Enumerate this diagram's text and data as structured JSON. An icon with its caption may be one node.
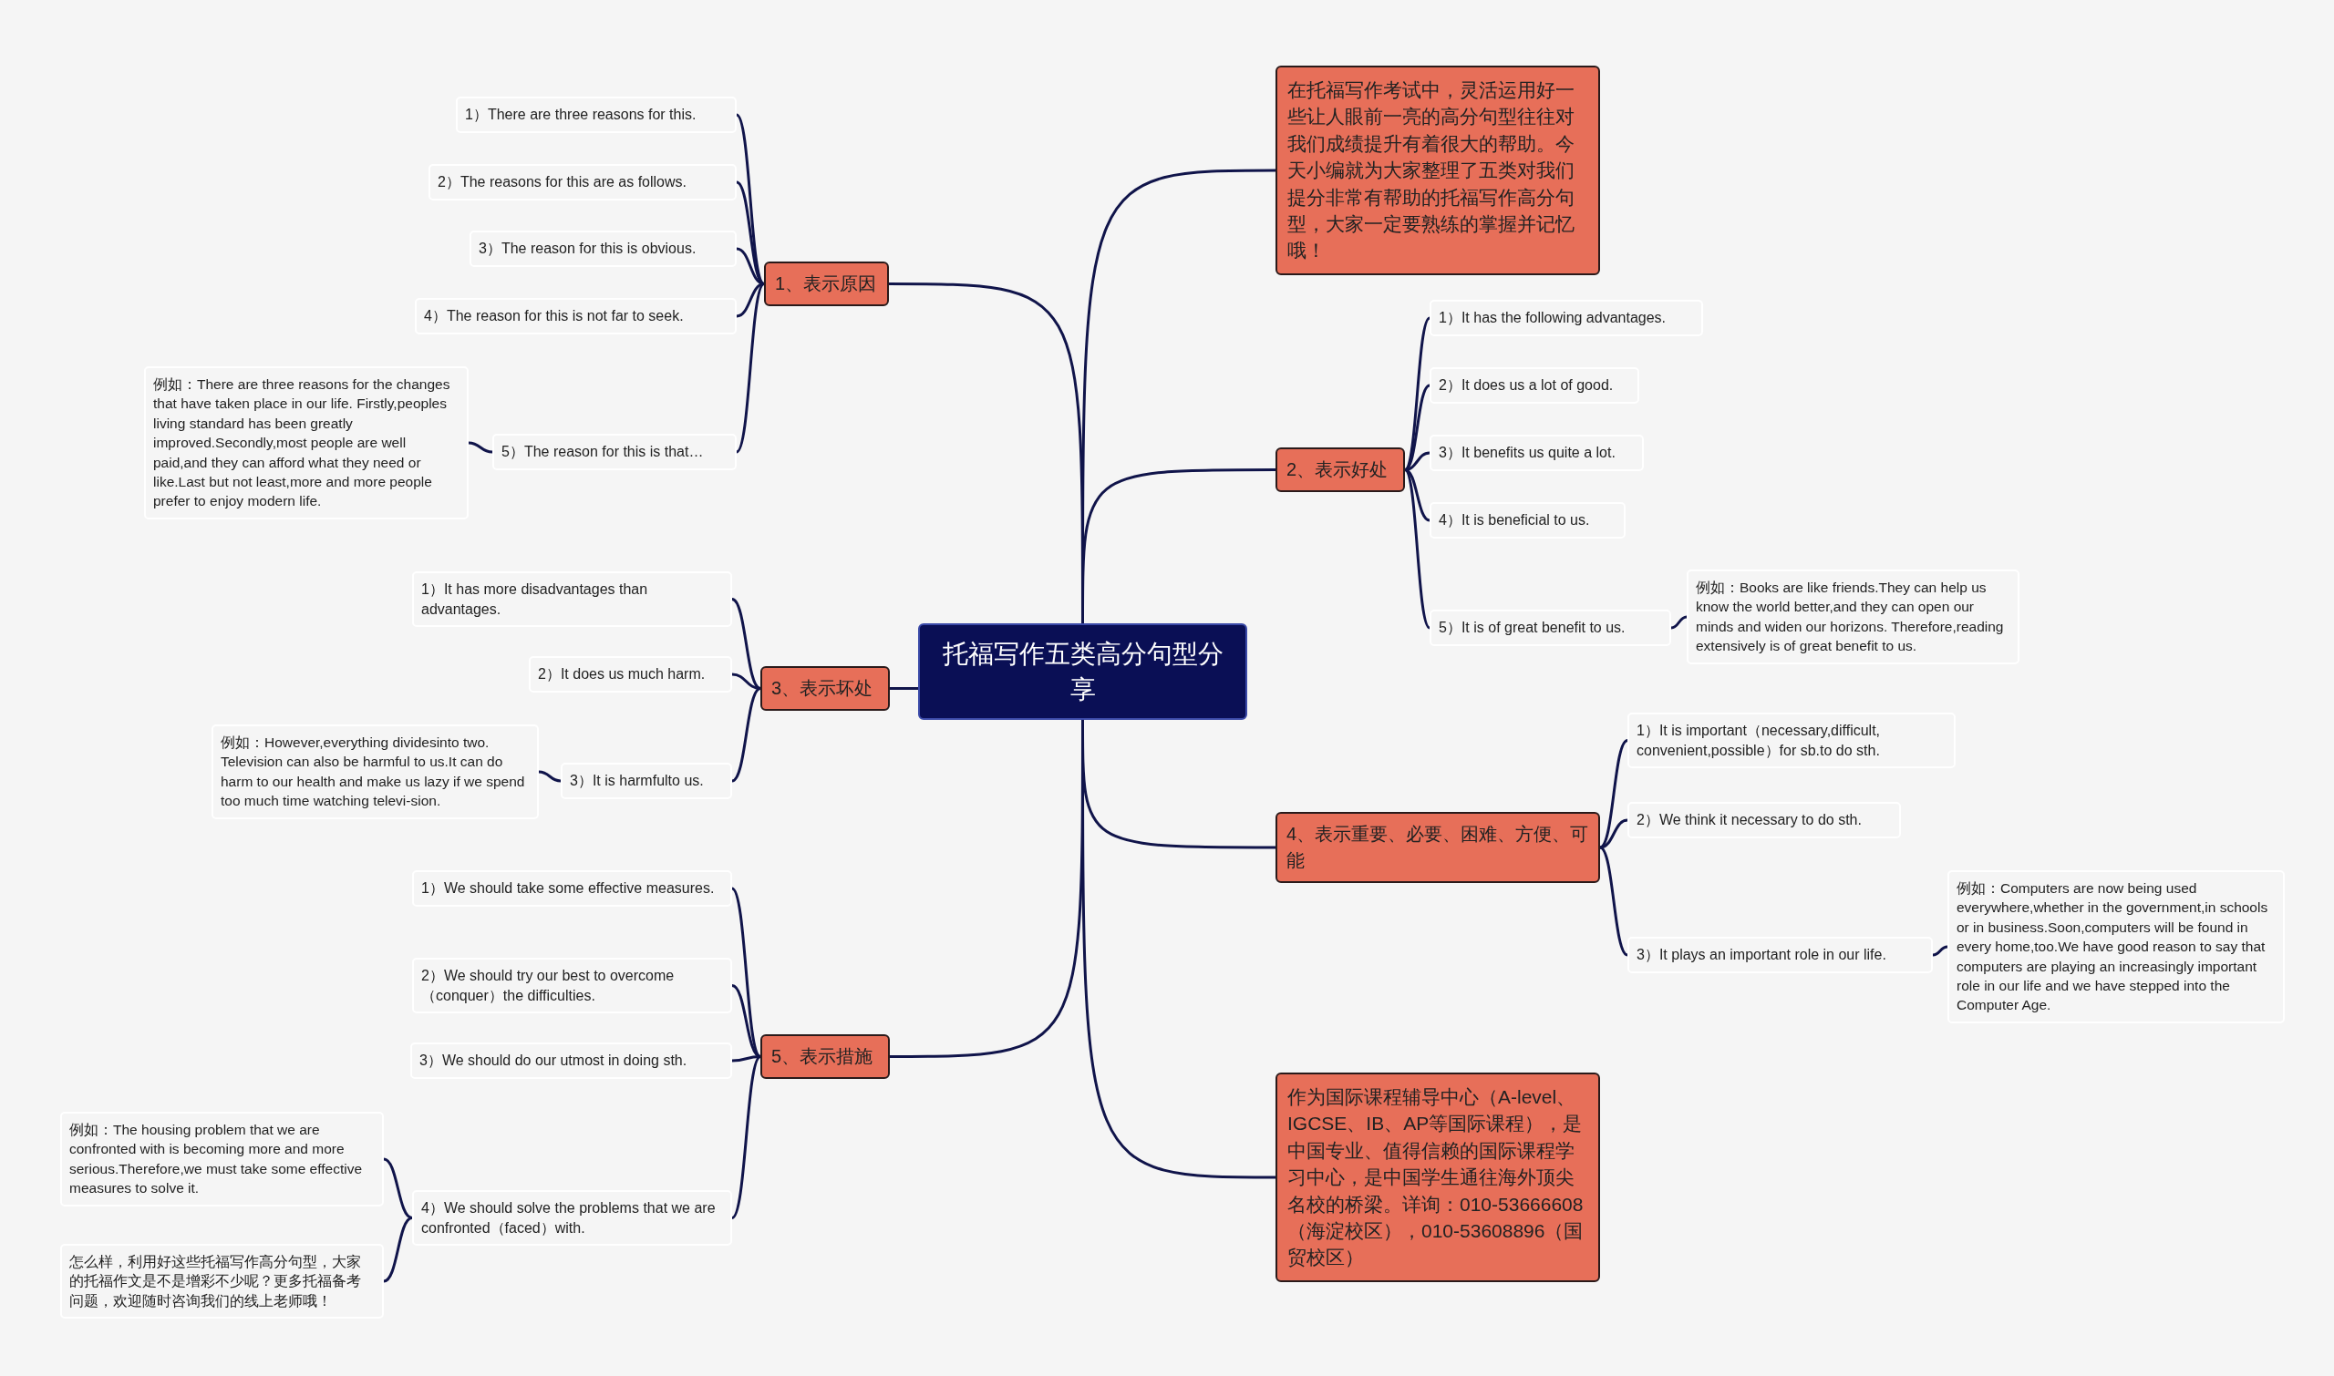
{
  "diagram": {
    "nodes": [
      {
        "text": [
          "托福写作五类高分句型分享"
        ]
      },
      {
        "text": [
          "在托福写作考试中，灵活运用好一些让人眼前一亮的高分句型往往对我们成绩提升有着很大的帮助。今天小编就为大家整理了五类对我们提分非常有帮助的托福写作高分句型，大家一定要熟练的掌握并记忆哦！"
        ]
      },
      {
        "text": [
          "2、表示好处"
        ]
      },
      {
        "text": [
          "1）It has the following advantages."
        ]
      },
      {
        "text": [
          "2）It does us a lot of good."
        ]
      },
      {
        "text": [
          "3）It benefits us quite a lot."
        ]
      },
      {
        "text": [
          "4）It is beneficial to us."
        ]
      },
      {
        "text": [
          "5）It is of great benefit to us."
        ]
      },
      {
        "text": [
          "例如：Books are like friends.They can help us know the world better,and they can open our minds and widen our horizons. Therefore,reading extensively is of great benefit to us."
        ]
      },
      {
        "text": [
          "4、表示重要、必要、困难、方便、可能"
        ]
      },
      {
        "text": [
          "1）It is important（necessary,difficult, convenient,possible）for sb.to do sth."
        ]
      },
      {
        "text": [
          "2）We think it necessary to do sth."
        ]
      },
      {
        "text": [
          "3）It plays an important role in our life."
        ]
      },
      {
        "text": [
          "例如：Computers are now being used everywhere,whether in the government,in schools or in business.Soon,computers will be found in every home,too.We have good reason to say that computers are playing an increasingly important role in our life and we have stepped into the Computer Age."
        ]
      },
      {
        "text": [
          "作为国际课程辅导中心（A-level、IGCSE、IB、AP等国际课程），是中国专业、值得信赖的国际课程学习中心，是中国学生通往海外顶尖名校的桥梁。详询：010-53666608（海淀校区），010-53608896（国贸校区）"
        ]
      },
      {
        "text": [
          "1、表示原因"
        ]
      },
      {
        "text": [
          "1）There are three reasons for this."
        ]
      },
      {
        "text": [
          "2）The reasons for this are as follows."
        ]
      },
      {
        "text": [
          "3）The reason for this is obvious."
        ]
      },
      {
        "text": [
          "4）The reason for this is not far to seek."
        ]
      },
      {
        "text": [
          "5）The reason for this is that…"
        ]
      },
      {
        "text": [
          "例如：There are three reasons for the changes that have taken place in our life. Firstly,peoples living standard has been greatly improved.Secondly,most people are well paid,and they can afford what they need or like.Last but not least,more and more people prefer to enjoy modern life."
        ]
      },
      {
        "text": [
          "3、表示坏处"
        ]
      },
      {
        "text": [
          "1）It has more disadvantages than advantages."
        ]
      },
      {
        "text": [
          "2）It does us much harm."
        ]
      },
      {
        "text": [
          "3）It is harmfulto us."
        ]
      },
      {
        "text": [
          "例如：However,everything dividesinto two. Television can also be harmful to us.It can do harm to our health and make us lazy if we spend too much time watching televi-sion."
        ]
      },
      {
        "text": [
          "5、表示措施"
        ]
      },
      {
        "text": [
          "1）We should take some effective measures."
        ]
      },
      {
        "text": [
          "2）We should try our best to overcome（conquer）the difficulties."
        ]
      },
      {
        "text": [
          "3）We should do our utmost in doing sth."
        ]
      },
      {
        "text": [
          "4）We should solve the problems that we are confronted（faced）with."
        ]
      },
      {
        "text": [
          "例如：The housing problem that we are confronted with is becoming more and more serious.Therefore,we must take some effective measures to solve it."
        ]
      },
      {
        "text": [
          "怎么样，利用好这些托福写作高分句型，大家的托福作文是不是增彩不少呢？更多托福备考问题，欢迎随时咨询我们的线上老师哦！"
        ]
      }
    ],
    "edges": [
      {
        "from": 0,
        "to": 1,
        "arrow": "none"
      },
      {
        "from": 0,
        "to": 2,
        "arrow": "none"
      },
      {
        "from": 2,
        "to": 3,
        "arrow": "none"
      },
      {
        "from": 2,
        "to": 4,
        "arrow": "none"
      },
      {
        "from": 2,
        "to": 5,
        "arrow": "none"
      },
      {
        "from": 2,
        "to": 6,
        "arrow": "none"
      },
      {
        "from": 2,
        "to": 7,
        "arrow": "none"
      },
      {
        "from": 7,
        "to": 8,
        "arrow": "none"
      },
      {
        "from": 0,
        "to": 9,
        "arrow": "none"
      },
      {
        "from": 9,
        "to": 10,
        "arrow": "none"
      },
      {
        "from": 9,
        "to": 11,
        "arrow": "none"
      },
      {
        "from": 9,
        "to": 12,
        "arrow": "none"
      },
      {
        "from": 12,
        "to": 13,
        "arrow": "none"
      },
      {
        "from": 0,
        "to": 14,
        "arrow": "none"
      },
      {
        "from": 0,
        "to": 15,
        "arrow": "none"
      },
      {
        "from": 15,
        "to": 16,
        "arrow": "none"
      },
      {
        "from": 15,
        "to": 17,
        "arrow": "none"
      },
      {
        "from": 15,
        "to": 18,
        "arrow": "none"
      },
      {
        "from": 15,
        "to": 19,
        "arrow": "none"
      },
      {
        "from": 15,
        "to": 20,
        "arrow": "none"
      },
      {
        "from": 20,
        "to": 21,
        "arrow": "none"
      },
      {
        "from": 0,
        "to": 22,
        "arrow": "none"
      },
      {
        "from": 22,
        "to": 23,
        "arrow": "none"
      },
      {
        "from": 22,
        "to": 24,
        "arrow": "none"
      },
      {
        "from": 22,
        "to": 25,
        "arrow": "none"
      },
      {
        "from": 25,
        "to": 26,
        "arrow": "none"
      },
      {
        "from": 0,
        "to": 27,
        "arrow": "none"
      },
      {
        "from": 27,
        "to": 28,
        "arrow": "none"
      },
      {
        "from": 27,
        "to": 29,
        "arrow": "none"
      },
      {
        "from": 27,
        "to": 30,
        "arrow": "none"
      },
      {
        "from": 27,
        "to": 31,
        "arrow": "none"
      },
      {
        "from": 31,
        "to": 32,
        "arrow": "none"
      },
      {
        "from": 31,
        "to": 33,
        "arrow": "none"
      }
    ]
  }
}
